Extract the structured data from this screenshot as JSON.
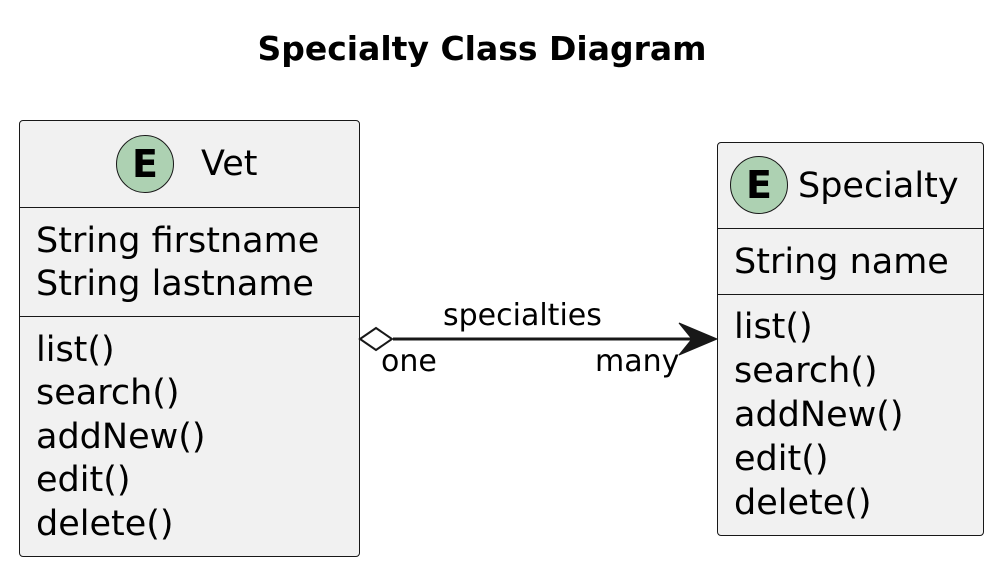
{
  "diagram": {
    "title": "Specialty Class Diagram",
    "classes": [
      {
        "id": "vet",
        "stereotype_letter": "E",
        "stereotype_icon": "entity-icon",
        "name": "Vet",
        "attributes": [
          "String firstname",
          "String lastname"
        ],
        "methods": [
          "list()",
          "search()",
          "addNew()",
          "edit()",
          "delete()"
        ]
      },
      {
        "id": "specialty",
        "stereotype_letter": "E",
        "stereotype_icon": "entity-icon",
        "name": "Specialty",
        "attributes": [
          "String name"
        ],
        "methods": [
          "list()",
          "search()",
          "addNew()",
          "edit()",
          "delete()"
        ]
      }
    ],
    "relationship": {
      "type": "aggregation",
      "from": "Vet",
      "to": "Specialty",
      "label": "specialties",
      "from_multiplicity": "one",
      "to_multiplicity": "many"
    },
    "colors": {
      "class_fill": "#f1f1f1",
      "border": "#181818",
      "entity_icon_fill": "#add1b2",
      "text": "#000000"
    }
  }
}
